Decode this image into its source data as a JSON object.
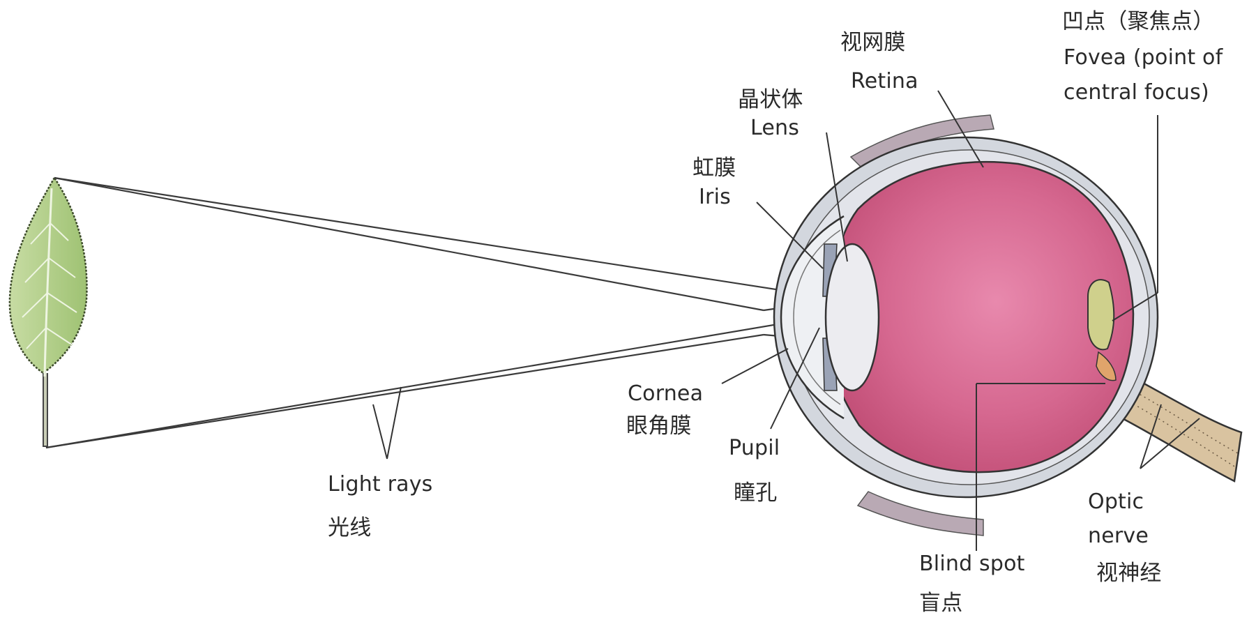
{
  "labels": {
    "retina": {
      "zh": "视网膜",
      "en": "Retina"
    },
    "lens": {
      "zh": "晶状体",
      "en": "Lens"
    },
    "iris": {
      "zh": "虹膜",
      "en": "Iris"
    },
    "fovea": {
      "zh": "凹点（聚焦点）",
      "en_line1": "Fovea (point of",
      "en_line2": "central focus)"
    },
    "cornea": {
      "en": "Cornea",
      "zh": "眼角膜"
    },
    "pupil": {
      "en": "Pupil",
      "zh": "瞳孔"
    },
    "light_rays": {
      "en": "Light rays",
      "zh": "光线"
    },
    "blind_spot": {
      "en": "Blind spot",
      "zh": "盲点"
    },
    "optic_nerve": {
      "en_line1": "Optic",
      "en_line2": "nerve",
      "zh": "视神经"
    }
  },
  "colors": {
    "vitreous": "#c9577a",
    "vitreous_light": "#e07aa0",
    "sclera": "#c9cdd6",
    "lens": "#e6e6ea",
    "leaf": "#a9c97f",
    "nerve": "#d9c3a0",
    "fovea": "#c9c98a",
    "line": "#333333"
  }
}
